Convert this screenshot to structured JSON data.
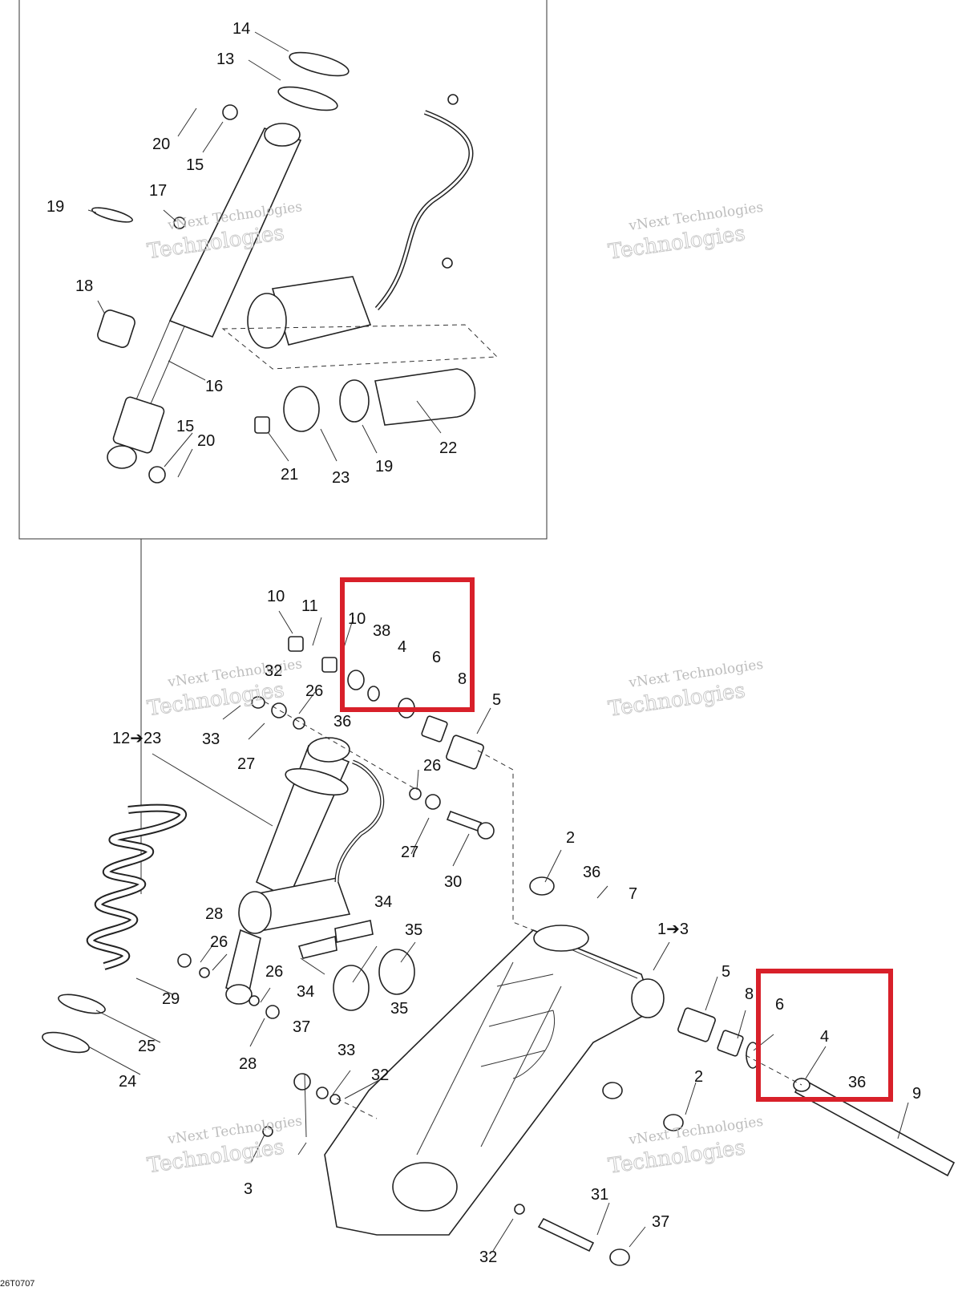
{
  "diagram": {
    "code": "26T0707",
    "watermark_top": "vNext Technologies",
    "watermark_bottom": "Technologies",
    "colors": {
      "highlight": "#d8202a",
      "line": "#222222",
      "watermark": "#bdbdbd"
    },
    "labels": [
      "14",
      "13",
      "20",
      "15",
      "17",
      "19",
      "18",
      "16",
      "15",
      "20",
      "21",
      "23",
      "19",
      "22",
      "10",
      "11",
      "10",
      "38",
      "4",
      "6",
      "8",
      "32",
      "26",
      "33",
      "27",
      "36",
      "5",
      "12➔23",
      "26",
      "27",
      "30",
      "2",
      "36",
      "7",
      "1➔3",
      "28",
      "26",
      "34",
      "35",
      "29",
      "26",
      "34",
      "35",
      "25",
      "28",
      "37",
      "33",
      "32",
      "24",
      "5",
      "8",
      "6",
      "4",
      "36",
      "9",
      "2",
      "3",
      "31",
      "37",
      "32"
    ]
  }
}
